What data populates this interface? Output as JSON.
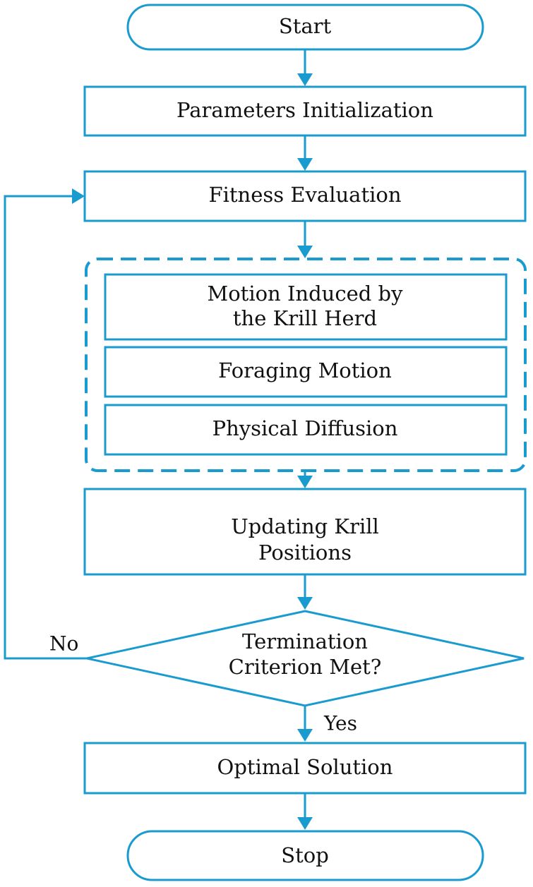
{
  "colors": {
    "accent": "#1a9bd0",
    "text": "#111111",
    "background": "#ffffff"
  },
  "nodes": {
    "start": "Start",
    "params_init": "Parameters Initialization",
    "fitness_eval": "Fitness Evaluation",
    "motion_induced": [
      "Motion Induced by",
      "the Krill Herd"
    ],
    "foraging": "Foraging Motion",
    "diffusion": "Physical Diffusion",
    "updating": [
      "Updating Krill",
      "Positions"
    ],
    "termination": [
      "Termination",
      "Criterion Met?"
    ],
    "optimal": "Optimal Solution",
    "stop": "Stop"
  },
  "edges": {
    "no_label": "No",
    "yes_label": "Yes"
  }
}
